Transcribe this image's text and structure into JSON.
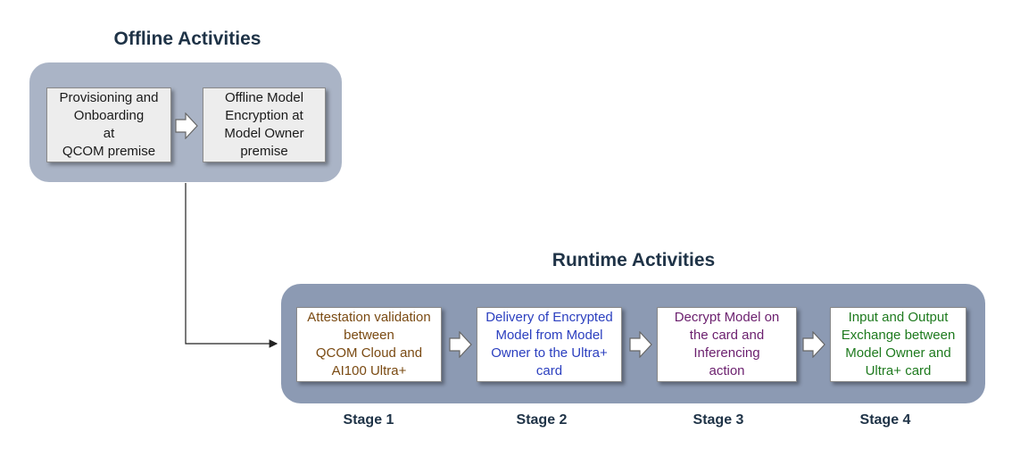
{
  "offline": {
    "title": "Offline Activities",
    "boxes": [
      {
        "lines": [
          "Provisioning and",
          "Onboarding",
          "at",
          "QCOM premise"
        ]
      },
      {
        "lines": [
          "Offline Model",
          "Encryption at",
          "Model Owner",
          "premise"
        ]
      }
    ]
  },
  "runtime": {
    "title": "Runtime Activities",
    "boxes": [
      {
        "lines": [
          "Attestation validation",
          "between",
          "QCOM Cloud and",
          "AI100 Ultra+"
        ],
        "color": "#7a4a12"
      },
      {
        "lines": [
          "Delivery of Encrypted",
          "Model from Model",
          "Owner to the Ultra+",
          "card"
        ],
        "color": "#2b3fbf"
      },
      {
        "lines": [
          "Decrypt Model on",
          "the card and",
          "Inferencing",
          "action"
        ],
        "color": "#6b1f6e"
      },
      {
        "lines": [
          "Input and Output",
          "Exchange between",
          "Model Owner and",
          "Ultra+ card"
        ],
        "color": "#1e7a1e"
      }
    ],
    "stages": [
      "Stage 1",
      "Stage 2",
      "Stage 3",
      "Stage 4"
    ]
  },
  "colors": {
    "offline_group": "#aab4c6",
    "runtime_group": "#8c9ab3",
    "title": "#1f3347"
  }
}
